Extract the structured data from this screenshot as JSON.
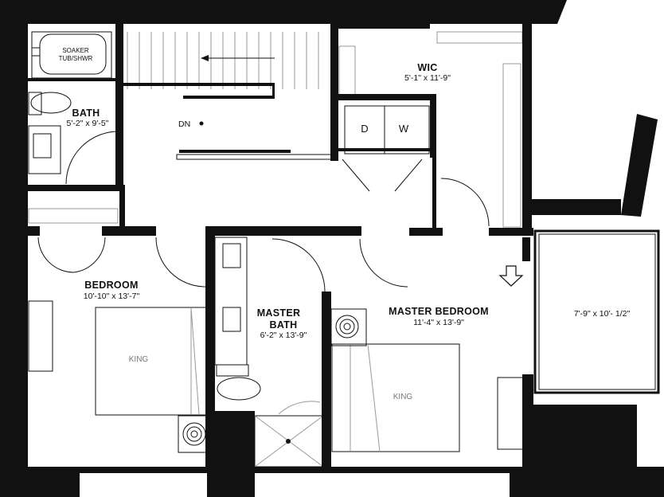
{
  "rooms": {
    "bath": {
      "name": "BATH",
      "dims": "5'-2\" x 9'-5\""
    },
    "wic": {
      "name": "WIC",
      "dims": "5'-1\" x 11'-9\""
    },
    "bedroom": {
      "name": "BEDROOM",
      "dims": "10'-10\" x 13'-7\""
    },
    "master_bath": {
      "name_line1": "MASTER",
      "name_line2": "BATH",
      "dims": "6'-2\" x 13'-9\""
    },
    "master_bedroom": {
      "name": "MASTER BEDROOM",
      "dims": "11'-4\" x 13'-9\""
    },
    "balcony": {
      "dims": "7'-9\" x 10'- 1/2\""
    }
  },
  "fixtures": {
    "tub_line1": "SOAKER",
    "tub_line2": "TUB/SHWR",
    "stairs": "DN",
    "dryer": "D",
    "washer": "W",
    "bed1": "KING",
    "bed2": "KING"
  },
  "colors": {
    "wall": "#111111",
    "fixture_line": "#999999"
  }
}
